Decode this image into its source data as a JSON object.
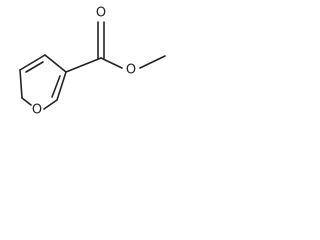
{
  "molecule": {
    "atom_labels": {
      "ring_oxygen": "O",
      "carbonyl_oxygen": "O",
      "ester_oxygen": "O"
    }
  },
  "colors": {
    "bond": "#222222",
    "label": "#222222",
    "background": "#ffffff"
  }
}
